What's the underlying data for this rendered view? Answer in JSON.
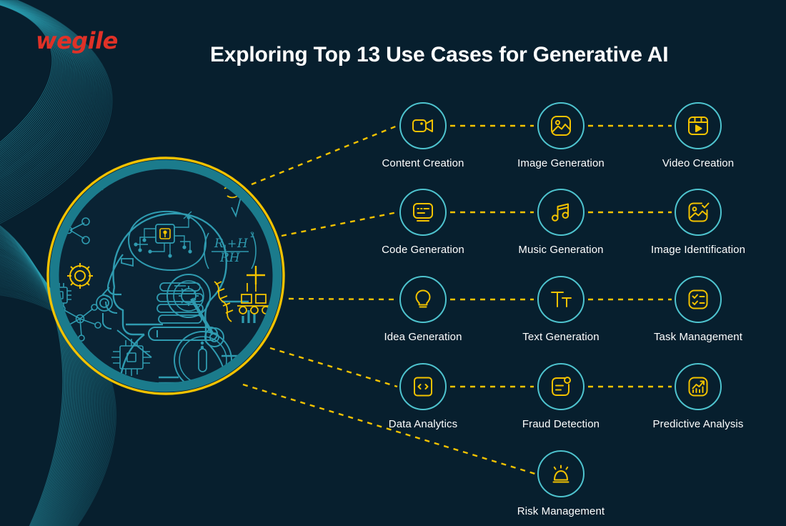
{
  "brand": {
    "logo_text": "wegile",
    "logo_color": "#e03127"
  },
  "header": {
    "title": "Exploring Top 13 Use Cases for Generative AI"
  },
  "theme": {
    "background": "#071f2e",
    "accent_yellow": "#f2c200",
    "accent_cyan": "#4ec3ce",
    "ring_teal": "#1f7f8c",
    "text": "#ffffff"
  },
  "hero": {
    "name": "ai-brain-illustration",
    "description": "Circular AI brain illustration with outer yellow ring and teal inner ring"
  },
  "nodes": [
    {
      "label": "Content Creation",
      "icon": "video-camera-icon",
      "row": 1,
      "col": 1
    },
    {
      "label": "Image Generation",
      "icon": "image-icon",
      "row": 1,
      "col": 2
    },
    {
      "label": "Video Creation",
      "icon": "video-player-icon",
      "row": 1,
      "col": 3
    },
    {
      "label": "Code Generation",
      "icon": "code-terminal-icon",
      "row": 2,
      "col": 1
    },
    {
      "label": "Music Generation",
      "icon": "music-note-icon",
      "row": 2,
      "col": 2
    },
    {
      "label": "Image Identification",
      "icon": "image-check-icon",
      "row": 2,
      "col": 3
    },
    {
      "label": "Idea Generation",
      "icon": "lightbulb-icon",
      "row": 3,
      "col": 1
    },
    {
      "label": "Text Generation",
      "icon": "typography-icon",
      "row": 3,
      "col": 2
    },
    {
      "label": "Task Management",
      "icon": "checklist-icon",
      "row": 3,
      "col": 3
    },
    {
      "label": "Data Analytics",
      "icon": "code-file-icon",
      "row": 4,
      "col": 1
    },
    {
      "label": "Fraud Detection",
      "icon": "document-alert-icon",
      "row": 4,
      "col": 2
    },
    {
      "label": "Predictive Analysis",
      "icon": "bar-chart-arrow-icon",
      "row": 4,
      "col": 3
    },
    {
      "label": "Risk Management",
      "icon": "alarm-siren-icon",
      "row": 5,
      "col": 2
    }
  ]
}
